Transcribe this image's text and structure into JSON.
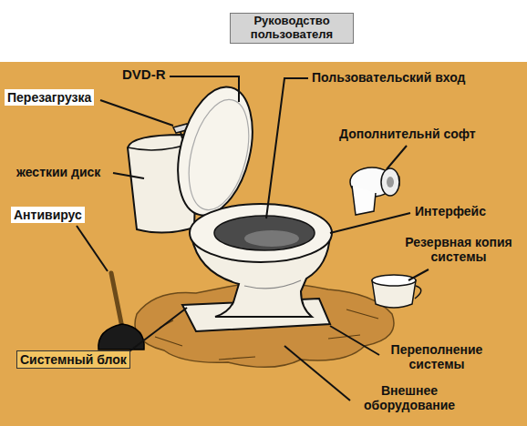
{
  "diagram": {
    "title": "Руководство пользователя",
    "labels": [
      "DVD-R",
      "Перезагрузка",
      "жесткии диск",
      "Антивирус",
      "Системный блок",
      "Пользовательский вход",
      "Дополнительнй софт",
      "Интерфейс",
      "Резервная копия системы",
      "Переполнение системы",
      "Внешнее оборудование"
    ]
  }
}
